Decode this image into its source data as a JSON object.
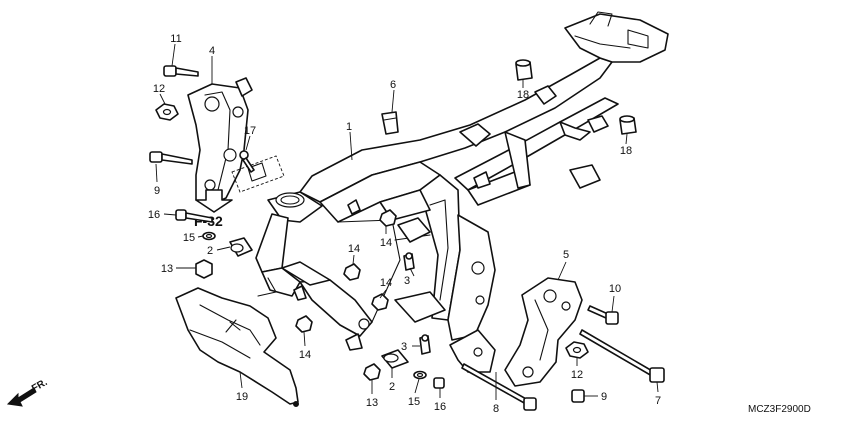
{
  "diagram": {
    "drawing_code": "MCZ3F2900D",
    "reference_label": "F-32",
    "direction_label": "FR.",
    "callouts": [
      {
        "id": "c11a",
        "text": "11"
      },
      {
        "id": "c4",
        "text": "4"
      },
      {
        "id": "c12a",
        "text": "12"
      },
      {
        "id": "c17",
        "text": "17"
      },
      {
        "id": "c9a",
        "text": "9"
      },
      {
        "id": "c16a",
        "text": "16"
      },
      {
        "id": "c15a",
        "text": "15"
      },
      {
        "id": "c2a",
        "text": "2"
      },
      {
        "id": "c13a",
        "text": "13"
      },
      {
        "id": "c19",
        "text": "19"
      },
      {
        "id": "c6",
        "text": "6"
      },
      {
        "id": "c1",
        "text": "1"
      },
      {
        "id": "c18a",
        "text": "18"
      },
      {
        "id": "c18b",
        "text": "18"
      },
      {
        "id": "c14a",
        "text": "14"
      },
      {
        "id": "c14b",
        "text": "14"
      },
      {
        "id": "c14c",
        "text": "14"
      },
      {
        "id": "c14d",
        "text": "14"
      },
      {
        "id": "c3a",
        "text": "3"
      },
      {
        "id": "c3b",
        "text": "3"
      },
      {
        "id": "c5",
        "text": "5"
      },
      {
        "id": "c10",
        "text": "10"
      },
      {
        "id": "c12b",
        "text": "12"
      },
      {
        "id": "c9b",
        "text": "9"
      },
      {
        "id": "c7",
        "text": "7"
      },
      {
        "id": "c13b",
        "text": "13"
      },
      {
        "id": "c2b",
        "text": "2"
      },
      {
        "id": "c15b",
        "text": "15"
      },
      {
        "id": "c16b",
        "text": "16"
      },
      {
        "id": "c8",
        "text": "8"
      }
    ]
  }
}
